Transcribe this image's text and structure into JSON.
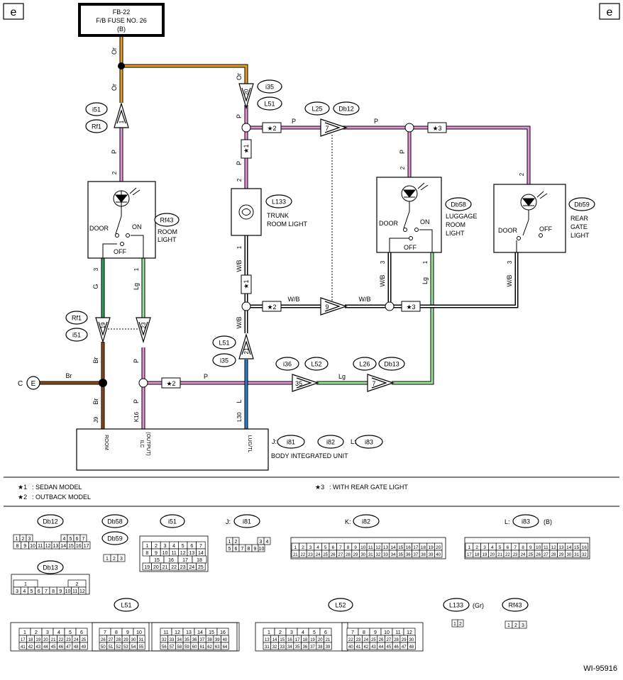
{
  "page_marks": {
    "left": "e",
    "right": "e",
    "figure_id": "WI-95916"
  },
  "fuse": {
    "line1": "FB-22",
    "line2": "F/B FUSE NO. 26",
    "line3": "(B)"
  },
  "wire_labels": {
    "or": "Or",
    "p": "P",
    "g": "G",
    "lg": "Lg",
    "wb": "W/B",
    "br": "Br",
    "l": "L"
  },
  "pins": {
    "i51_top": "1",
    "room_top": "2",
    "room_bottom_left": "3",
    "room_bottom_right": "1",
    "i35": "20",
    "trunk_top": "2",
    "trunk_bottom": "1",
    "l25": "7",
    "lug_top": "2",
    "lug_bl": "3",
    "lug_br": "1",
    "gate_top": "2",
    "gate_b": "3",
    "w9": "9",
    "rf1": "19",
    "i51_23": "23",
    "l51_21": "21",
    "i36": "35",
    "l26": "7",
    "j9": "J9",
    "k16": "K16",
    "l30": "L30"
  },
  "connectors": {
    "i51": "i51",
    "rf1": "Rf1",
    "rf43": "Rf43",
    "i35": "i35",
    "l51": "L51",
    "l25": "L25",
    "db12": "Db12",
    "l133": "L133",
    "db58": "Db58",
    "db59": "Db59",
    "i36": "i36",
    "l52": "L52",
    "l26": "L26",
    "db13": "Db13",
    "i81": "i81",
    "i82": "i82",
    "i83": "i83"
  },
  "components": {
    "room_light": {
      "line1": "ROOM",
      "line2": "LIGHT",
      "door": "DOOR",
      "on": "ON",
      "off": "OFF"
    },
    "trunk": {
      "line1": "TRUNK",
      "line2": "ROOM LIGHT"
    },
    "luggage": {
      "line1": "LUGGAGE",
      "line2": "ROOM",
      "line3": "LIGHT",
      "door": "DOOR",
      "on": "ON",
      "off": "OFF"
    },
    "gate": {
      "line1": "REAR",
      "line2": "GATE",
      "line3": "LIGHT",
      "door": "DOOR",
      "off": "OFF"
    },
    "biu": {
      "name": "BODY INTEGRATED UNIT",
      "room": "ROOM",
      "ilc1": "ILC",
      "ilc2": "(OUTPUT)",
      "lug": "LUG/TL",
      "j": "J:",
      "k": "K:",
      "l": "L:"
    }
  },
  "markers": {
    "s1": "★1",
    "s2": "★2",
    "s3": "★3"
  },
  "ground": {
    "letter": "C",
    "symbol": "E"
  },
  "notes": {
    "s1": ": SEDAN MODEL",
    "s2": ": OUTBACK MODEL",
    "s3": ": WITH REAR GATE LIGHT"
  },
  "legend": {
    "db12": "Db12",
    "db58": "Db58",
    "db59": "Db59",
    "i51": "i51",
    "j": "J:",
    "i81": "i81",
    "k": "K:",
    "i82": "i82",
    "l": "L:",
    "i83": "i83",
    "b": "(B)",
    "db13": "Db13",
    "l51": "L51",
    "l52": "L52",
    "l133": "L133",
    "gr": "(Gr)",
    "rf43": "Rf43",
    "db12_r1": [
      "1",
      "2",
      "3",
      "4",
      "5",
      "6",
      "7"
    ],
    "db12_r2": [
      "8",
      "9",
      "10",
      "11",
      "12",
      "13",
      "14",
      "15",
      "16",
      "17"
    ],
    "db58_pins": [
      "1",
      "2",
      "3"
    ],
    "i51_rows": [
      [
        "1",
        "2",
        "3",
        "4",
        "5",
        "6",
        "7"
      ],
      [
        "8",
        "9",
        "10",
        "11",
        "12",
        "13",
        "14"
      ],
      [
        "15",
        "16",
        "17",
        "18"
      ],
      [
        "19",
        "20",
        "21",
        "22",
        "23",
        "24",
        "25"
      ]
    ],
    "i81_r1": [
      "1",
      "2",
      "3",
      "4"
    ],
    "i81_r2": [
      "5",
      "6",
      "7",
      "8",
      "9",
      "10"
    ],
    "i82_r1": [
      "1",
      "2",
      "3",
      "4",
      "5",
      "6",
      "7",
      "8",
      "9",
      "10",
      "11",
      "12",
      "13",
      "14",
      "15",
      "16",
      "17",
      "18",
      "19",
      "20"
    ],
    "i82_r2": [
      "21",
      "22",
      "23",
      "24",
      "25",
      "26",
      "27",
      "28",
      "29",
      "30",
      "31",
      "32",
      "33",
      "34",
      "35",
      "36",
      "37",
      "38",
      "39",
      "40"
    ],
    "i83_r1": [
      "1",
      "2",
      "3",
      "4",
      "5",
      "6",
      "7",
      "8",
      "9",
      "10",
      "11",
      "12",
      "13",
      "14",
      "15",
      "16"
    ],
    "i83_r2": [
      "17",
      "18",
      "19",
      "20",
      "21",
      "22",
      "23",
      "24",
      "25",
      "26",
      "27",
      "28",
      "29",
      "30",
      "31",
      "32"
    ],
    "db13_r1": [
      "1",
      "2"
    ],
    "db13_r2": [
      "3",
      "4",
      "5",
      "6",
      "7",
      "8",
      "9",
      "10",
      "11",
      "12"
    ],
    "l51_rows": [
      [
        "1",
        "2",
        "3",
        "4",
        "5",
        "6",
        "7",
        "8",
        "9",
        "10",
        "11",
        "12",
        "13",
        "14",
        "15",
        "16"
      ],
      [
        "17",
        "18",
        "19",
        "20",
        "21",
        "22",
        "23",
        "24",
        "25",
        "26",
        "27",
        "28",
        "29",
        "30",
        "31",
        "32",
        "33",
        "34",
        "35",
        "36",
        "37",
        "38",
        "39",
        "40"
      ],
      [
        "41",
        "42",
        "43",
        "44",
        "45",
        "46",
        "47",
        "48",
        "49",
        "50",
        "51",
        "52",
        "53",
        "54",
        "55",
        "56",
        "57",
        "58",
        "59",
        "60",
        "61",
        "62",
        "63",
        "64"
      ]
    ],
    "l52_rows": [
      [
        "1",
        "2",
        "3",
        "4",
        "5",
        "6",
        "7",
        "8",
        "9",
        "10",
        "11",
        "12"
      ],
      [
        "13",
        "14",
        "15",
        "16",
        "17",
        "18",
        "19",
        "20",
        "21",
        "22",
        "23",
        "24",
        "25",
        "26",
        "27",
        "28",
        "29",
        "30"
      ],
      [
        "31",
        "32",
        "33",
        "34",
        "35",
        "36",
        "37",
        "38",
        "39",
        "40",
        "41",
        "42",
        "43",
        "44",
        "45",
        "46",
        "47",
        "48"
      ]
    ],
    "rf43_pins": [
      "1",
      "2",
      "3"
    ],
    "l133_pins": [
      "1",
      "2"
    ]
  },
  "colors": {
    "orange": "#e8a020",
    "pink": "#e394d9",
    "green": "#2aa55a",
    "light_green": "#9ee39c",
    "brown": "#8a4a1c",
    "blue": "#2d7fd0"
  }
}
